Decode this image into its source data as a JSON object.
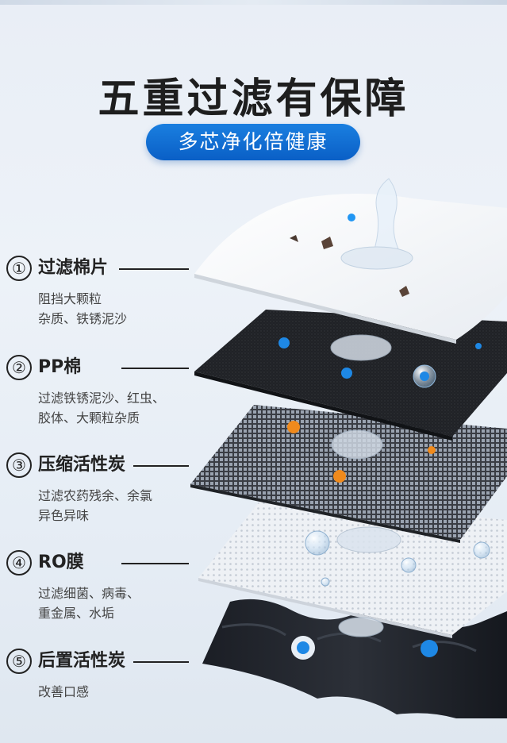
{
  "title": "五重过滤有保障",
  "subtitle": "多芯净化倍健康",
  "layers": [
    {
      "num": "①",
      "name": "过滤棉片",
      "lines": [
        "阻挡大颗粒",
        "杂质、铁锈泥沙"
      ]
    },
    {
      "num": "②",
      "name": "PP棉",
      "lines": [
        "过滤铁锈泥沙、红虫、",
        "胶体、大颗粒杂质"
      ]
    },
    {
      "num": "③",
      "name": "压缩活性炭",
      "lines": [
        "过滤农药残余、余氯",
        "异色异味"
      ]
    },
    {
      "num": "④",
      "name": "RO膜",
      "lines": [
        "过滤细菌、病毒、",
        "重金属、水垢"
      ]
    },
    {
      "num": "⑤",
      "name": "后置活性炭",
      "lines": [
        "改善口感"
      ]
    }
  ]
}
